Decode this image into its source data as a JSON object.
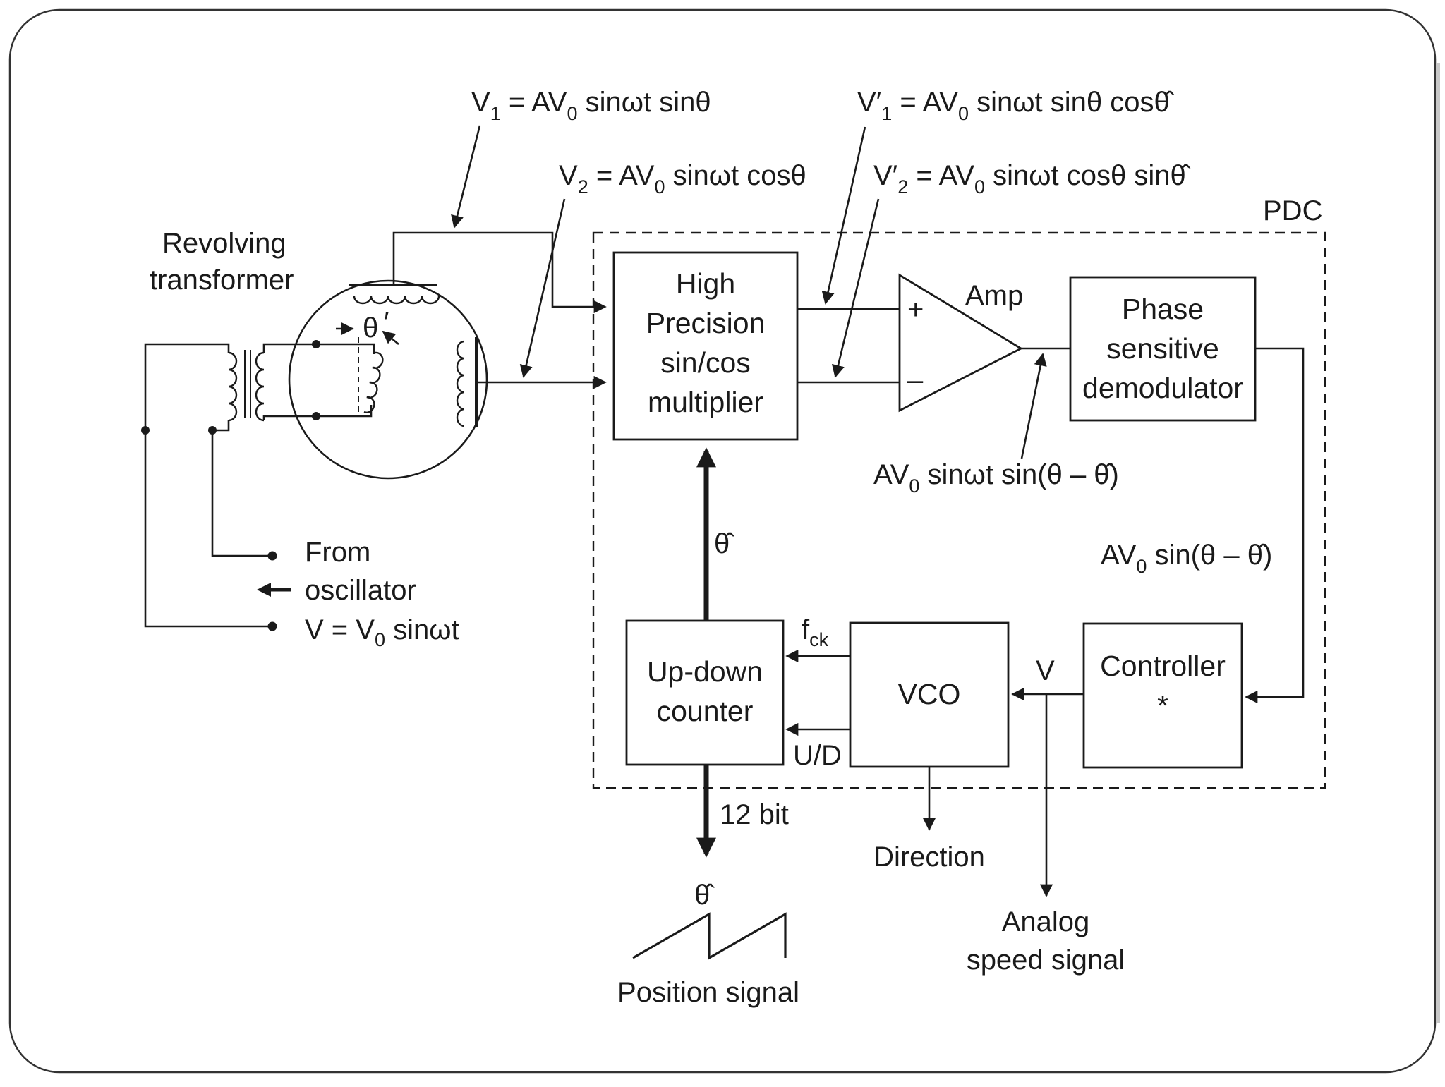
{
  "labels": {
    "v1_eq": "V",
    "v1_sub": "1",
    "v1_rest_a": " = AV",
    "v1_rest_b": " sinωt  sinθ",
    "v2_eq": "V",
    "v2_sub": "2",
    "v2_rest_a": " = AV",
    "v2_rest_b": " sinωt cosθ",
    "v1p_eq": "V′",
    "v1p_sub": "1",
    "v1p_rest_a": " = AV",
    "v1p_rest_b": " sinωt sinθ cosθ̂",
    "v2p_eq": "V′",
    "v2p_sub": "2",
    "v2p_rest_a": " = AV",
    "v2p_rest_b": " sinωt cosθ sinθ̂",
    "zero_sub": "0",
    "pdc": "PDC",
    "revolving_1": "Revolving",
    "revolving_2": "transformer",
    "theta_angle": "θ",
    "amp": "Amp",
    "plus": "+",
    "minus": "–",
    "amp_out_a": "AV",
    "amp_out_b": " sinωt sin(θ – θ̂)",
    "demod_out_a": "AV",
    "demod_out_b": " sin(θ – θ̂)",
    "theta_hat": "θ̂",
    "from_1": "From",
    "from_2": "oscillator",
    "from_3a": "V = V",
    "from_3b": " sinωt",
    "fck": "f",
    "fck_sub": "ck",
    "ud": "U/D",
    "v_label": "V",
    "twelve_bit": "12 bit",
    "direction": "Direction",
    "analog_1": "Analog",
    "analog_2": "speed signal",
    "position": "Position signal"
  },
  "blocks": {
    "multiplier": [
      "High",
      "Precision",
      "sin/cos",
      "multiplier"
    ],
    "demodulator": [
      "Phase",
      "sensitive",
      "demodulator"
    ],
    "counter": [
      "Up-down",
      "counter"
    ],
    "vco": [
      "VCO"
    ],
    "controller": [
      "Controller",
      "*"
    ]
  }
}
